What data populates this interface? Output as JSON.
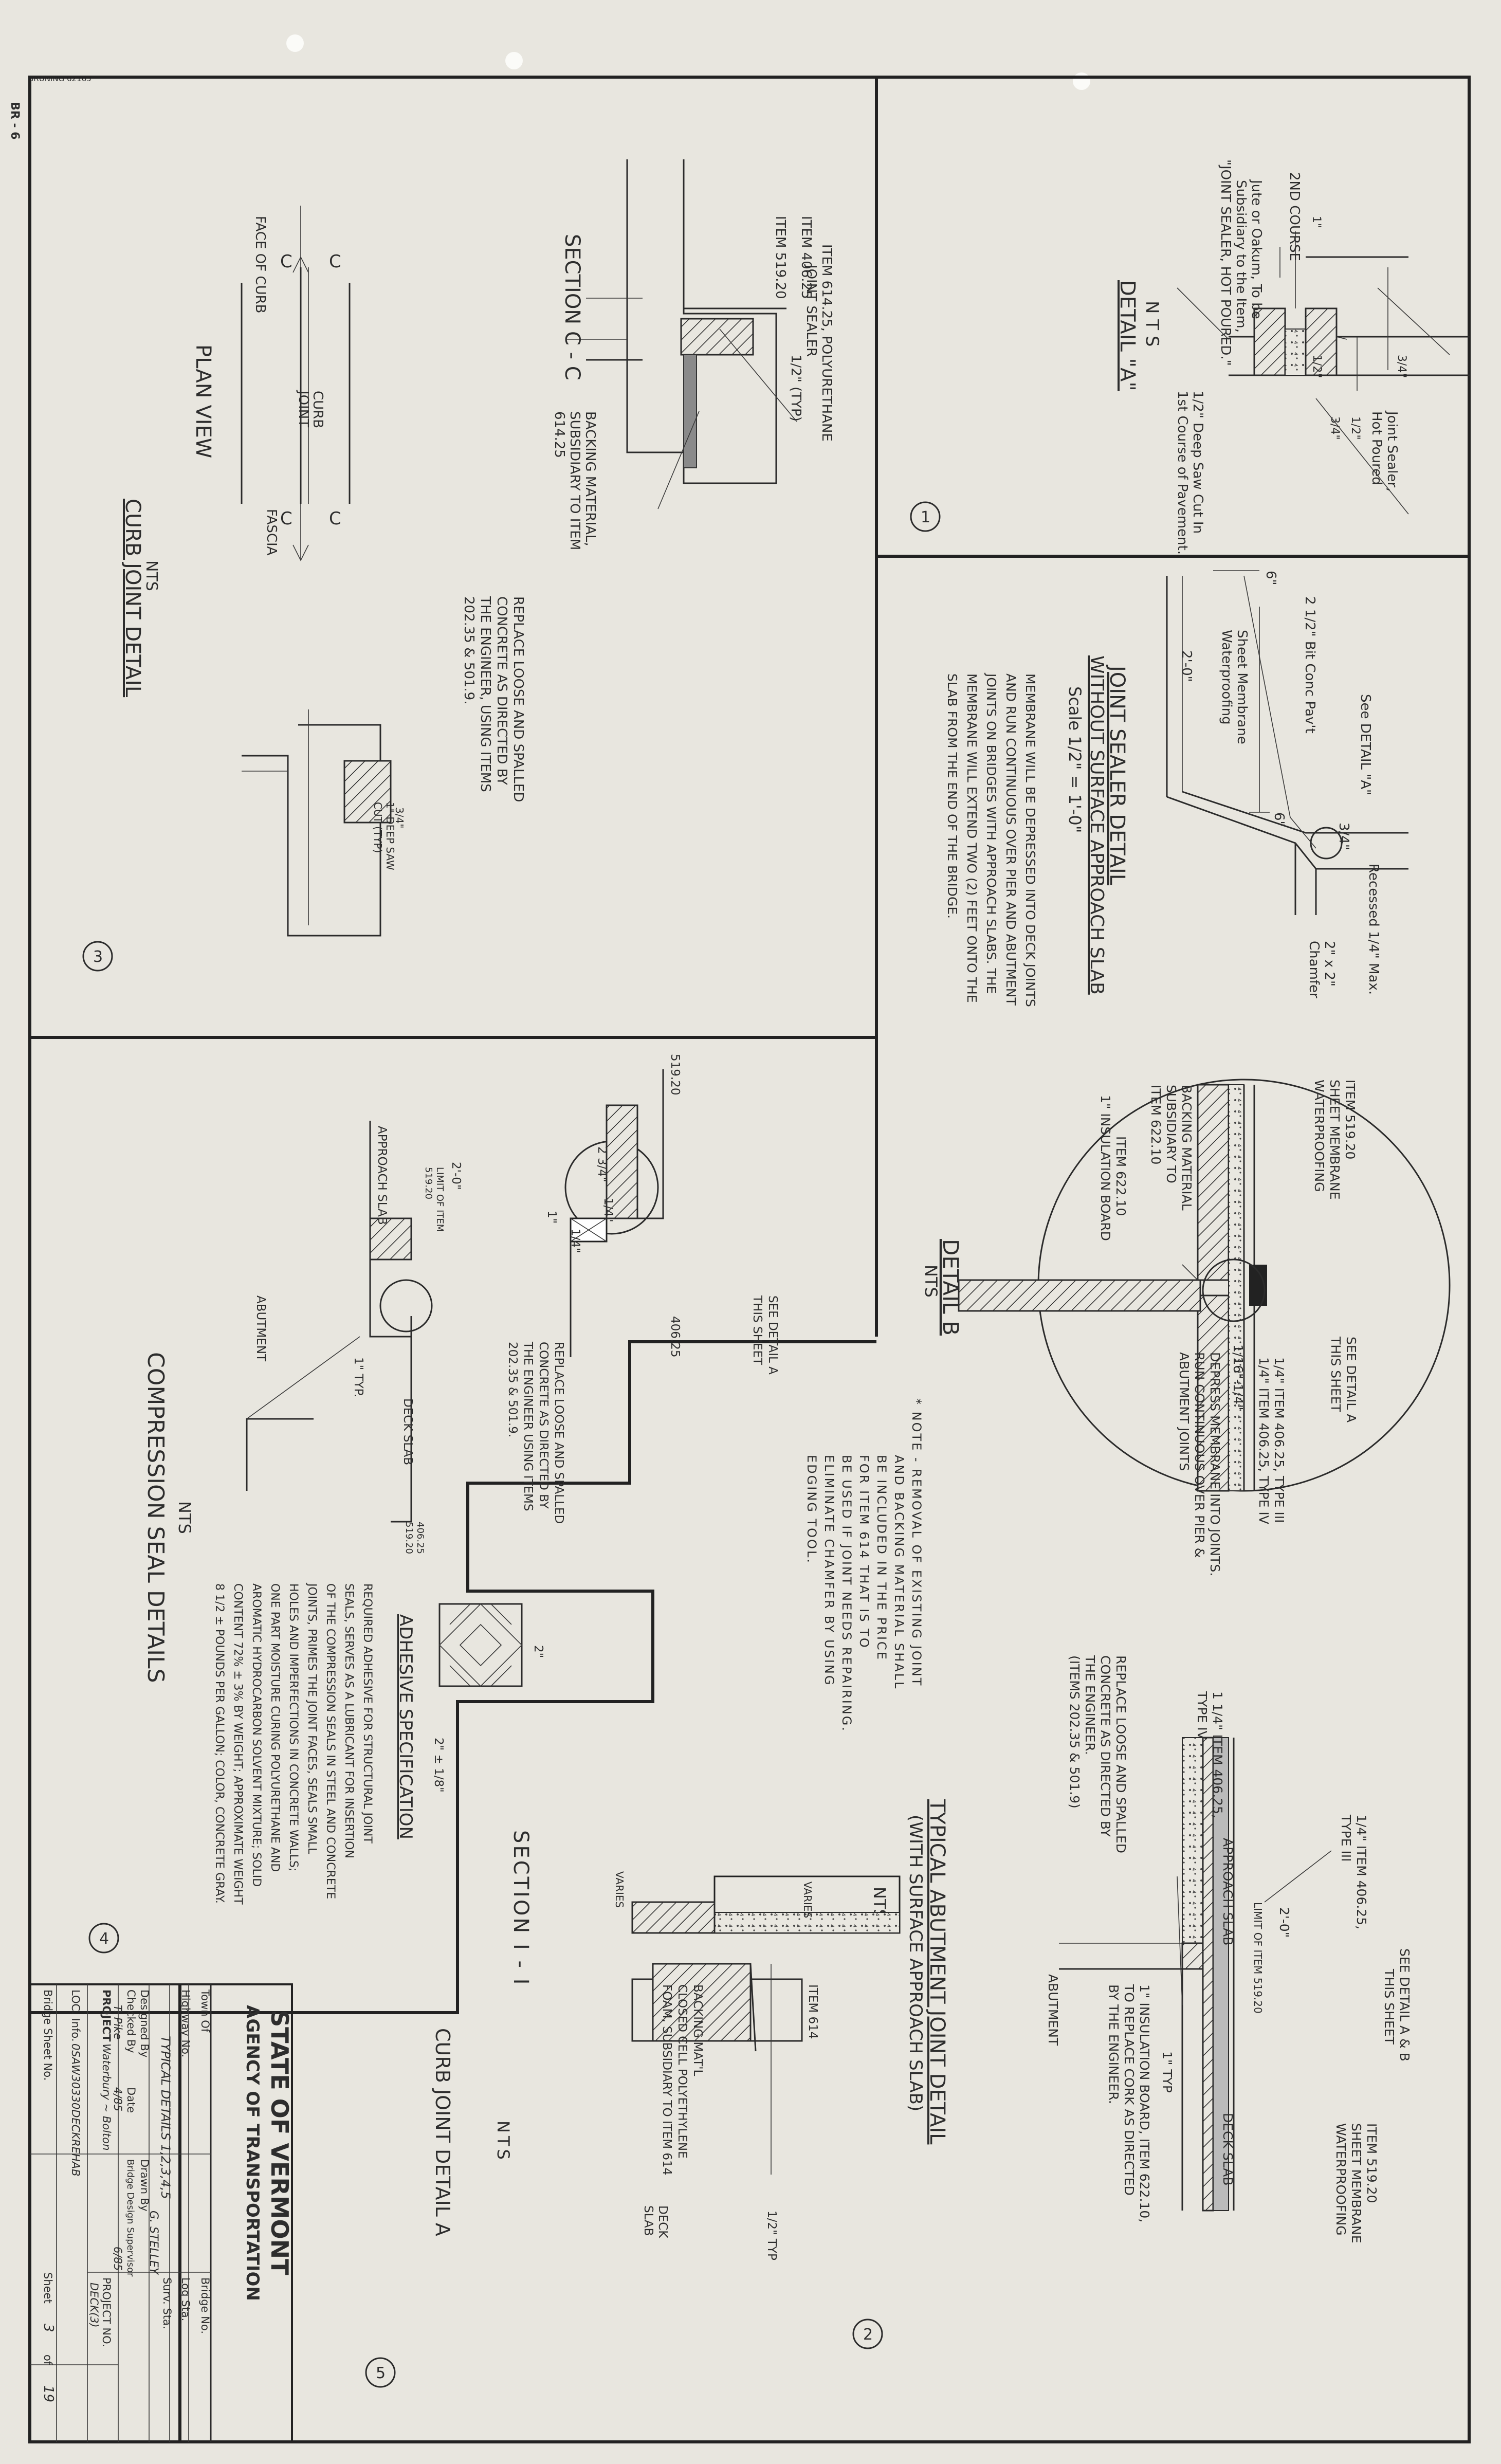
{
  "header": {
    "bruning_code": "BRUNING 62165",
    "sheet_tag": "BR - 6"
  },
  "panel1": {
    "number": "1",
    "detail_a": {
      "title": "DETAIL \"A\"",
      "scale": "N T S",
      "labels": [
        "Joint Sealer,",
        "Hot Poured",
        "2ND COURSE",
        "Jute or Oakum, To be",
        "Subsidiary to the Item,",
        "\"JOINT SEALER, HOT POURED.\"",
        "1/2\" Deep Saw Cut In",
        "1st Course of Pavement."
      ],
      "dims": [
        "1\"",
        "3/4\"",
        "1/2\"",
        "3/4\"",
        "1/2\""
      ]
    },
    "joint_sealer": {
      "title": "JOINT SEALER DETAIL",
      "subtitle": "WITHOUT SURFACE APPROACH SLAB",
      "scale": "Scale 1/2\" = 1'-0\"",
      "labels": [
        "See DETAIL \"A\"",
        "2 1/2\" Bit Conc Pav't",
        "Sheet Membrane",
        "Waterproofing",
        "Recessed 1/4\" Max.",
        "2\" x 2\"",
        "Chamfer",
        "2'-0\"",
        "6\"",
        "6\"",
        "3/4\""
      ],
      "note": [
        "MEMBRANE WILL BE DEPRESSED INTO DECK JOINTS",
        "AND RUN CONTINUOUS OVER PIER AND ABUTMENT",
        "JOINTS ON BRIDGES WITH APPROACH SLABS. THE",
        "MEMBRANE WILL EXTEND TWO (2) FEET ONTO THE",
        "SLAB FROM THE END OF THE BRIDGE."
      ]
    }
  },
  "panel2": {
    "number": "2",
    "title": "TYPICAL ABUTMENT JOINT DETAIL",
    "subtitle": "(WITH SURFACE APPROACH SLAB)",
    "scale": "NTS",
    "labels": [
      "SEE DETAIL A & B",
      "THIS SHEET",
      "ITEM 519.20",
      "SHEET MEMBRANE",
      "WATERPROOFING",
      "1/4\" ITEM 406.25,",
      "TYPE III",
      "2'-0\"",
      "LIMIT OF ITEM 519.20",
      "APPROACH SLAB",
      "DECK SLAB",
      "1\" TYP",
      "1 1/4\" ITEM 406.25,",
      "TYPE IV",
      "REPLACE LOOSE AND SPALLED",
      "CONCRETE AS DIRECTED BY",
      "THE ENGINEER.",
      "(ITEMS 202.35 & 501.9)",
      "1\" INSULATION BOARD, ITEM 622.10,",
      "TO REPLACE CORK AS DIRECTED",
      "BY THE ENGINEER.",
      "ABUTMENT"
    ],
    "detail_b": {
      "title": "DETAIL B",
      "scale": "NTS",
      "labels": [
        "ITEM 519.20",
        "SHEET MEMBRANE",
        "WATERPROOFING",
        "SEE DETAIL A",
        "THIS SHEET",
        "1/4\" ITEM 406.25, TYPE III",
        "1/4\" ITEM 406.25, TYPE IV",
        "BACKING MATERIAL",
        "SUBSIDIARY TO",
        "ITEM 622.10",
        "ITEM 622.10",
        "1\" INSULATION BOARD",
        "DEPRESS MEMBRANE INTO JOINTS.",
        "RUN CONTINUOUS OVER PIER &",
        "ABUTMENT JOINTS",
        "1/16\"-1/4\""
      ],
      "note": [
        "* NOTE - REMOVAL OF EXISTING JOINT",
        "AND BACKING MATERIAL SHALL",
        "BE INCLUDED IN THE PRICE",
        "FOR ITEM 614 THAT IS TO",
        "BE USED IF JOINT NEEDS REPAIRING.",
        "ELIMINATE CHAMFER BY USING",
        "EDGING TOOL."
      ]
    }
  },
  "panel3": {
    "number": "3",
    "title": "CURB JOINT DETAIL",
    "scale": "NTS",
    "section_title": "SECTION C - C",
    "plan_title": "PLAN VIEW",
    "labels": [
      "ITEM 614.25, POLYURETHANE",
      "JOINT SEALER",
      "1/2\" (TYP)",
      "ITEM 406.25",
      "ITEM 519.20",
      "BACKING MATERIAL,",
      "SUBSIDIARY TO ITEM",
      "614.25",
      "FACE OF CURB",
      "CURB",
      "JOINT",
      "FASCIA",
      "C",
      "C",
      "C",
      "C",
      "REPLACE LOOSE AND SPALLED",
      "CONCRETE AS DIRECTED BY",
      "THE ENGINEER, USING ITEMS",
      "202.35 & 501.9.",
      "1\" DEEP SAW",
      "CUT (TYP)",
      "3/4\""
    ]
  },
  "panel4": {
    "number": "4",
    "title": "COMPRESSION SEAL DETAILS",
    "scale": "NTS",
    "labels": [
      "519.20",
      "2 3/4\"",
      "1/4\"",
      "1/4\"",
      "1\"",
      "406.25",
      "SEE DETAIL A",
      "THIS SHEET",
      "REPLACE LOOSE AND SPALLED",
      "CONCRETE AS DIRECTED BY",
      "THE ENGINEER USING ITEMS",
      "202.35 & 501.9.",
      "2'-0\"",
      "LIMIT OF ITEM",
      "519.20",
      "APPROACH SLAB",
      "ABUTMENT",
      "1\" TYP.",
      "DECK SLAB",
      "406.25",
      "519.20"
    ],
    "section_title": "SECTION I - I",
    "section_labels": [
      "VARIES",
      "VARIES",
      "ITEM 614",
      "BACKING MAT'L",
      "CLOSED CELL POLYETHYLENE",
      "FOAM, SUBSIDIARY TO ITEM 614",
      "DECK",
      "SLAB",
      "1/2\" TYP",
      "2\"",
      "2\" ± 1/8\""
    ],
    "adhesive": {
      "title": "ADHESIVE SPECIFICATION",
      "text": [
        "REQUIRED ADHESIVE FOR STRUCTURAL JOINT",
        "SEALS, SERVES AS A LUBRICANT FOR INSERTION",
        "OF THE COMPRESSION SEALS IN STEEL AND CONCRETE",
        "JOINTS, PRIMES THE JOINT FACES, SEALS SMALL",
        "HOLES AND IMPERFECTIONS IN CONCRETE WALLS;",
        "ONE PART MOISTURE CURING POLYURETHANE AND",
        "AROMATIC HYDROCARBON SOLVENT MIXTURE; SOLID",
        "CONTENT 72% ± 3% BY WEIGHT; APPROXIMATE WEIGHT",
        "8 1/2 ± POUNDS PER GALLON; COLOR, CONCRETE GRAY."
      ]
    }
  },
  "panel5": {
    "number": "5",
    "title": "CURB JOINT DETAIL A",
    "scale": "NTS"
  },
  "title_block": {
    "agency_line1": "STATE OF VERMONT",
    "agency_line2": "AGENCY OF TRANSPORTATION",
    "rows": [
      {
        "label": "Town Of",
        "value": ""
      },
      {
        "label": "Highway No.",
        "value": ""
      },
      {
        "label": "",
        "value": "TYPICAL DETAILS 1,2,3,4,5"
      }
    ],
    "right_rows": [
      "Bridge No.",
      "Log Sta.",
      "Surv. Sta."
    ],
    "designed_by": "Designed By",
    "drawn_by": "Drawn By",
    "drawn_by_value": "G. STELLEY",
    "checked_by": "Checked By",
    "checked_by_value": "T. Pike",
    "date_label": "Date",
    "date_value": "4/85",
    "bridge_design_supervisor": "Bridge Design Supervisor",
    "supervisor_date": "6/85",
    "project_label": "PROJECT",
    "project_value": "Waterbury ~ Bolton",
    "project_no_label": "PROJECT NO.",
    "project_no_value": "DECK(3)",
    "loc_label": "LOC. Info.",
    "loc_value": "0SAW30330DECKREHAB",
    "bridge_sheet_label": "Bridge Sheet No.",
    "sheet_label": "Sheet",
    "sheet_value": "3",
    "of_label": "of",
    "of_value": "19"
  }
}
